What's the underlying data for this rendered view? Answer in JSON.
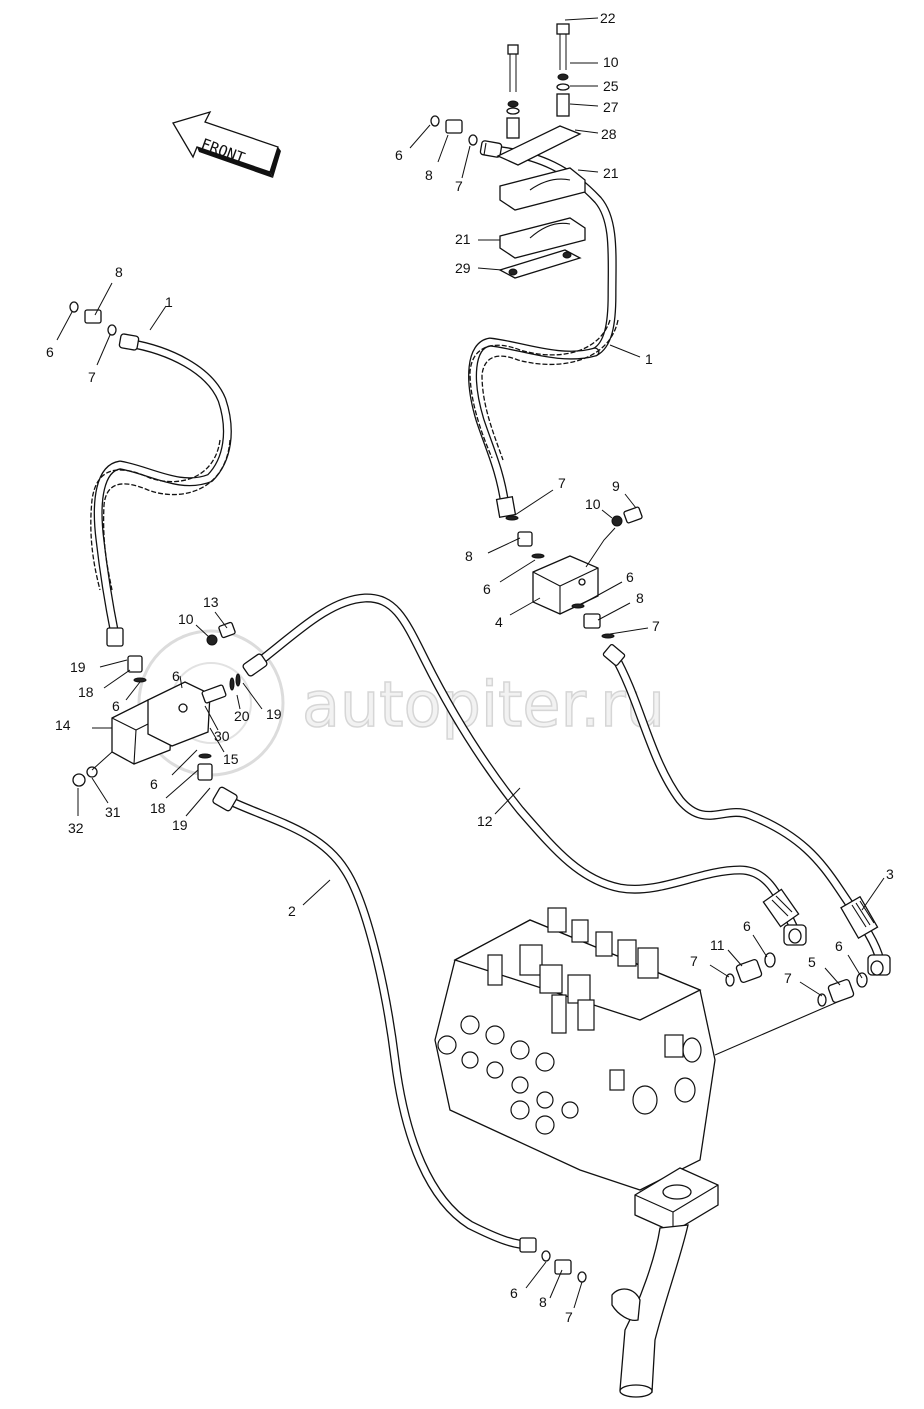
{
  "watermark": {
    "text": "autopiter.ru"
  },
  "direction_arrow": {
    "label": "FRONT"
  },
  "callouts": [
    {
      "id": "c-22",
      "text": "22"
    },
    {
      "id": "c-10a",
      "text": "10"
    },
    {
      "id": "c-25",
      "text": "25"
    },
    {
      "id": "c-27",
      "text": "27"
    },
    {
      "id": "c-28",
      "text": "28"
    },
    {
      "id": "c-21a",
      "text": "21"
    },
    {
      "id": "c-21b",
      "text": "21"
    },
    {
      "id": "c-29",
      "text": "29"
    },
    {
      "id": "c-1a",
      "text": "1"
    },
    {
      "id": "c-6a",
      "text": "6"
    },
    {
      "id": "c-8a",
      "text": "8"
    },
    {
      "id": "c-7a",
      "text": "7"
    },
    {
      "id": "c-8b",
      "text": "8"
    },
    {
      "id": "c-6b",
      "text": "6"
    },
    {
      "id": "c-7b",
      "text": "7"
    },
    {
      "id": "c-1b",
      "text": "1"
    },
    {
      "id": "c-7c",
      "text": "7"
    },
    {
      "id": "c-9",
      "text": "9"
    },
    {
      "id": "c-10b",
      "text": "10"
    },
    {
      "id": "c-8c",
      "text": "8"
    },
    {
      "id": "c-6c",
      "text": "6"
    },
    {
      "id": "c-6d",
      "text": "6"
    },
    {
      "id": "c-8d",
      "text": "8"
    },
    {
      "id": "c-4",
      "text": "4"
    },
    {
      "id": "c-7d",
      "text": "7"
    },
    {
      "id": "c-13",
      "text": "13"
    },
    {
      "id": "c-10c",
      "text": "10"
    },
    {
      "id": "c-19a",
      "text": "19"
    },
    {
      "id": "c-18a",
      "text": "18"
    },
    {
      "id": "c-6e",
      "text": "6"
    },
    {
      "id": "c-6f",
      "text": "6"
    },
    {
      "id": "c-20",
      "text": "20"
    },
    {
      "id": "c-19b",
      "text": "19"
    },
    {
      "id": "c-14",
      "text": "14"
    },
    {
      "id": "c-30",
      "text": "30"
    },
    {
      "id": "c-15",
      "text": "15"
    },
    {
      "id": "c-6g",
      "text": "6"
    },
    {
      "id": "c-18b",
      "text": "18"
    },
    {
      "id": "c-19c",
      "text": "19"
    },
    {
      "id": "c-32",
      "text": "32"
    },
    {
      "id": "c-31",
      "text": "31"
    },
    {
      "id": "c-12",
      "text": "12"
    },
    {
      "id": "c-2",
      "text": "2"
    },
    {
      "id": "c-3",
      "text": "3"
    },
    {
      "id": "c-6h",
      "text": "6"
    },
    {
      "id": "c-11",
      "text": "11"
    },
    {
      "id": "c-6i",
      "text": "6"
    },
    {
      "id": "c-7e",
      "text": "7"
    },
    {
      "id": "c-5",
      "text": "5"
    },
    {
      "id": "c-7f",
      "text": "7"
    },
    {
      "id": "c-6j",
      "text": "6"
    },
    {
      "id": "c-8e",
      "text": "8"
    },
    {
      "id": "c-7g",
      "text": "7"
    }
  ]
}
